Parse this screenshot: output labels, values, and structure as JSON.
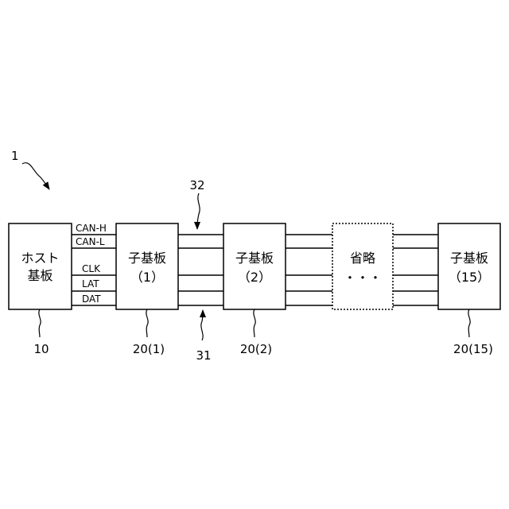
{
  "figure": {
    "ref_main": "1",
    "host_board": {
      "line1": "ホスト",
      "line2": "基板",
      "ref": "10"
    },
    "child_boards": [
      {
        "line1": "子基板",
        "line2": "（1）",
        "ref": "20(1)"
      },
      {
        "line1": "子基板",
        "line2": "（2）",
        "ref": "20(2)"
      },
      {
        "line1": "子基板",
        "line2": "（15）",
        "ref": "20(15)"
      }
    ],
    "omitted_board": {
      "line1": "省略",
      "line2": "・・・"
    },
    "signals": [
      "CAN-H",
      "CAN-L",
      "CLK",
      "LAT",
      "DAT"
    ],
    "bus_refs": {
      "upper": "32",
      "lower": "31"
    }
  }
}
